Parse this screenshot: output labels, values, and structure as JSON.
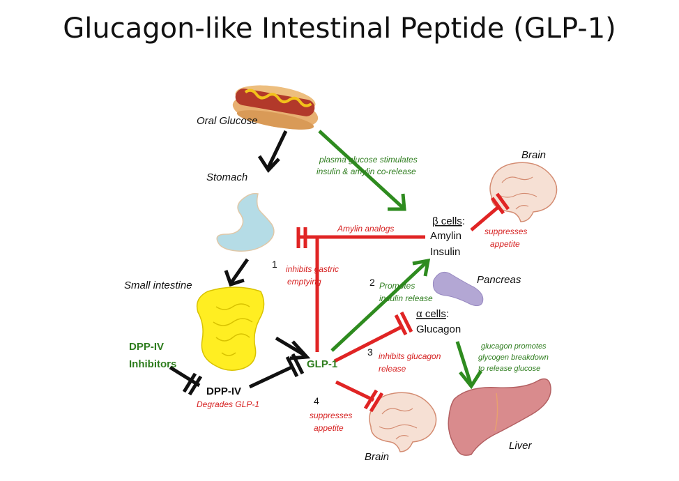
{
  "title": "Glucagon-like Intestinal Peptide (GLP-1)",
  "labels": {
    "oral_glucose": "Oral Glucose",
    "stomach": "Stomach",
    "small_intestine": "Small intestine",
    "dpp4_inhibitors_line1": "DPP-IV",
    "dpp4_inhibitors_line2": "Inhibitors",
    "dpp4": "DPP-IV",
    "degrades_glp1": "Degrades GLP-1",
    "glp1": "GLP-1",
    "beta_cells": "β cells",
    "beta_colon": ":",
    "amylin": "Amylin",
    "insulin": "Insulin",
    "alpha_cells": "α cells",
    "alpha_colon": ":",
    "glucagon": "Glucagon",
    "pancreas": "Pancreas",
    "brain_top": "Brain",
    "brain_bottom": "Brain",
    "liver": "Liver",
    "plasma_line1": "plasma glucose stimulates",
    "plasma_line2": "insulin & amylin co-release",
    "amylin_analogs": "Amylin analogs",
    "suppresses_top_line1": "suppresses",
    "suppresses_top_line2": "appetite",
    "num1": "1",
    "inhibits_gastric_line1": "inhibits gastric",
    "inhibits_gastric_line2": "emptying",
    "num2": "2",
    "promotes_line1": "Promotes",
    "promotes_line2": "insulin release",
    "num3": "3",
    "inhibits_glucagon_line1": "inhibits glucagon",
    "inhibits_glucagon_line2": "release",
    "num4": "4",
    "suppresses_bottom_line1": "suppresses",
    "suppresses_bottom_line2": "appetite",
    "glucagon_promotes_line1": "glucagon promotes",
    "glucagon_promotes_line2": "glycogen breakdown",
    "glucagon_promotes_line3": "to release glucose"
  },
  "colors": {
    "stimulate": "#2e8b1f",
    "inhibit": "#e02424",
    "neutral": "#111111",
    "green_text": "#2e7d1e",
    "red_text": "#d62020"
  },
  "icons": [
    "hotdog-icon",
    "stomach-icon",
    "intestine-icon",
    "brain-icon",
    "pancreas-icon",
    "liver-icon"
  ]
}
